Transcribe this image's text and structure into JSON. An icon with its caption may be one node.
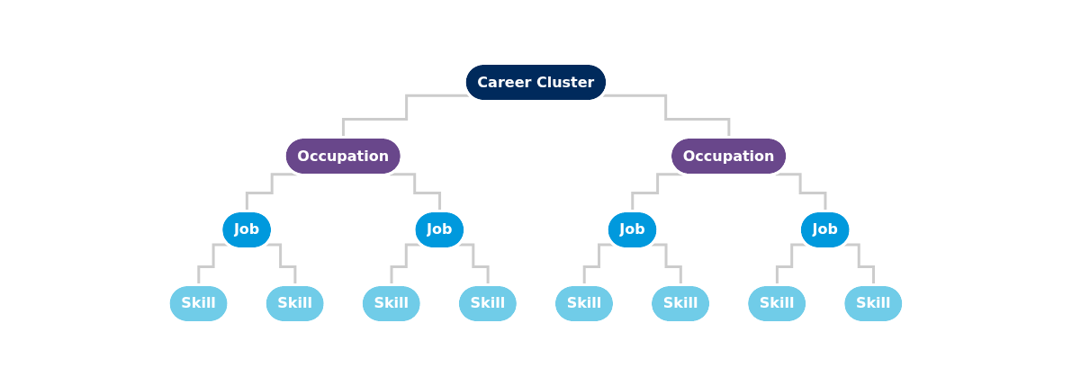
{
  "diagram": {
    "nodes": [
      {
        "text": [
          "Career Cluster"
        ]
      },
      {
        "text": [
          "Occupation"
        ]
      },
      {
        "text": [
          "Occupation"
        ]
      },
      {
        "text": [
          "Job"
        ]
      },
      {
        "text": [
          "Job"
        ]
      },
      {
        "text": [
          "Job"
        ]
      },
      {
        "text": [
          "Job"
        ]
      },
      {
        "text": [
          "Skill"
        ]
      },
      {
        "text": [
          "Skill"
        ]
      },
      {
        "text": [
          "Skill"
        ]
      },
      {
        "text": [
          "Skill"
        ]
      },
      {
        "text": [
          "Skill"
        ]
      },
      {
        "text": [
          "Skill"
        ]
      },
      {
        "text": [
          "Skill"
        ]
      },
      {
        "text": [
          "Skill"
        ]
      }
    ],
    "edges": [
      {
        "from": 0,
        "to": 1,
        "arrow": "none"
      },
      {
        "from": 0,
        "to": 2,
        "arrow": "none"
      },
      {
        "from": 1,
        "to": 3,
        "arrow": "none"
      },
      {
        "from": 1,
        "to": 4,
        "arrow": "none"
      },
      {
        "from": 2,
        "to": 5,
        "arrow": "none"
      },
      {
        "from": 2,
        "to": 6,
        "arrow": "none"
      },
      {
        "from": 3,
        "to": 7,
        "arrow": "none"
      },
      {
        "from": 3,
        "to": 8,
        "arrow": "none"
      },
      {
        "from": 4,
        "to": 9,
        "arrow": "none"
      },
      {
        "from": 4,
        "to": 10,
        "arrow": "none"
      },
      {
        "from": 5,
        "to": 11,
        "arrow": "none"
      },
      {
        "from": 5,
        "to": 12,
        "arrow": "none"
      },
      {
        "from": 6,
        "to": 13,
        "arrow": "none"
      },
      {
        "from": 6,
        "to": 14,
        "arrow": "none"
      }
    ]
  }
}
